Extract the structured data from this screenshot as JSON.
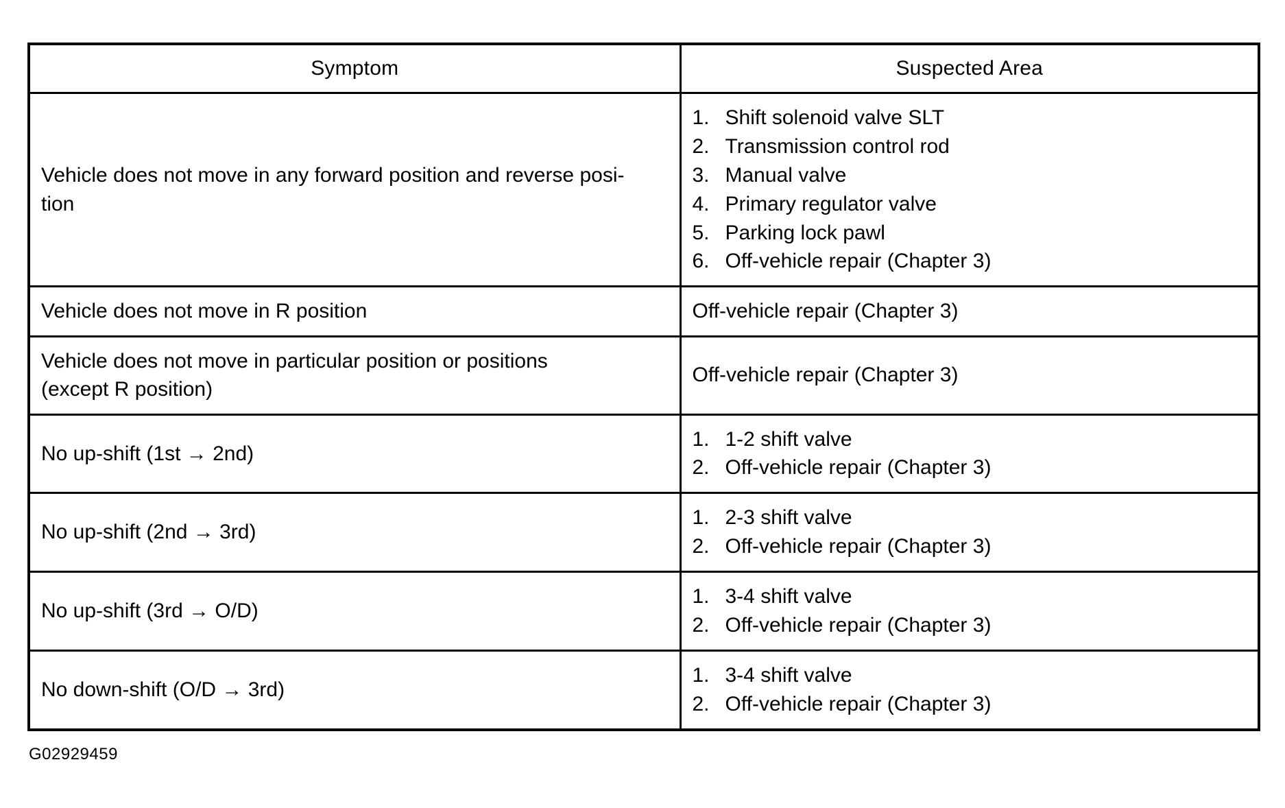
{
  "document": {
    "figure_code": "G02929459"
  },
  "table": {
    "headers": {
      "symptom": "Symptom",
      "suspected_area": "Suspected Area"
    },
    "rows": [
      {
        "symptom_lines": [
          "Vehicle does not move in any forward position and reverse posi-",
          "tion"
        ],
        "area_type": "numbered",
        "area_items": [
          {
            "num": "1.",
            "text": "Shift solenoid valve SLT"
          },
          {
            "num": "2.",
            "text": "Transmission control rod"
          },
          {
            "num": "3.",
            "text": "Manual valve"
          },
          {
            "num": "4.",
            "text": "Primary regulator valve"
          },
          {
            "num": "5.",
            "text": "Parking lock pawl"
          },
          {
            "num": "6.",
            "text": "Off-vehicle repair (Chapter 3)"
          }
        ]
      },
      {
        "symptom_lines": [
          "Vehicle does not move in R position"
        ],
        "area_type": "plain",
        "area_text": "Off-vehicle repair (Chapter 3)"
      },
      {
        "symptom_lines": [
          "Vehicle does not move in particular position or positions",
          "(except R position)"
        ],
        "area_type": "plain",
        "area_text": "Off-vehicle repair (Chapter 3)"
      },
      {
        "symptom_lines": [
          "No up-shift (1st → 2nd)"
        ],
        "area_type": "numbered",
        "area_items": [
          {
            "num": "1.",
            "text": "1-2 shift valve"
          },
          {
            "num": "2.",
            "text": "Off-vehicle repair (Chapter 3)"
          }
        ]
      },
      {
        "symptom_lines": [
          "No up-shift (2nd → 3rd)"
        ],
        "area_type": "numbered",
        "area_items": [
          {
            "num": "1.",
            "text": "2-3 shift valve"
          },
          {
            "num": "2.",
            "text": "Off-vehicle repair (Chapter 3)"
          }
        ]
      },
      {
        "symptom_lines": [
          "No up-shift (3rd → O/D)"
        ],
        "area_type": "numbered",
        "area_items": [
          {
            "num": "1.",
            "text": "3-4 shift valve"
          },
          {
            "num": "2.",
            "text": "Off-vehicle repair (Chapter 3)"
          }
        ]
      },
      {
        "symptom_lines": [
          "No down-shift (O/D → 3rd)"
        ],
        "area_type": "numbered",
        "area_items": [
          {
            "num": "1.",
            "text": "3-4 shift valve"
          },
          {
            "num": "2.",
            "text": "Off-vehicle repair (Chapter 3)"
          }
        ]
      }
    ]
  }
}
